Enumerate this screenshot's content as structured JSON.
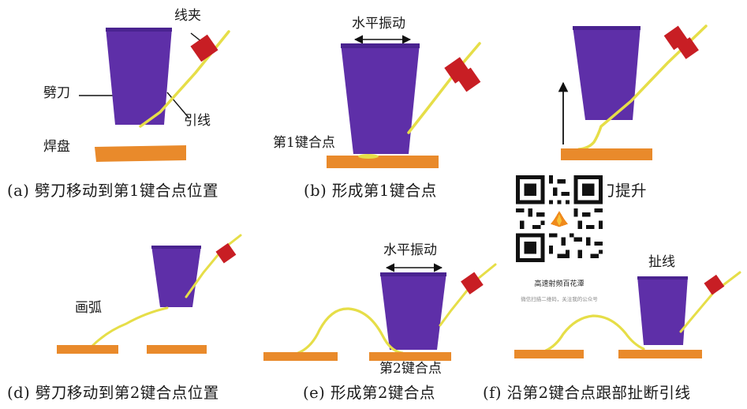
{
  "colors": {
    "capillary": "#5e2fa8",
    "capillary_top": "#4a2390",
    "pad": "#e98a2b",
    "wire": "#e6de48",
    "clamp": "#c81e24"
  },
  "panels": {
    "a": {
      "caption": "(a) 劈刀移动到第1键合点位置",
      "label_clamp": "线夹",
      "label_capillary": "劈刀",
      "label_wire": "引线",
      "label_pad": "焊盘"
    },
    "b": {
      "caption": "(b) 形成第1键合点",
      "label_vibration": "水平振动",
      "label_bond_point": "第1键合点"
    },
    "c": {
      "caption_visible": "劈刀提升"
    },
    "d": {
      "caption": "(d) 劈刀移动到第2键合点位置",
      "label_arc": "画弧"
    },
    "e": {
      "caption": "(e) 形成第2键合点",
      "label_vibration": "水平振动",
      "label_bond_point": "第2键合点"
    },
    "f": {
      "caption": "(f) 沿第2键合点跟部扯断引线",
      "label_pull": "扯线"
    }
  },
  "watermark": {
    "icon": "qr-code-icon",
    "title": "高速射频百花潭",
    "subtitle": "微信扫描二维码，关注我的公众号"
  }
}
